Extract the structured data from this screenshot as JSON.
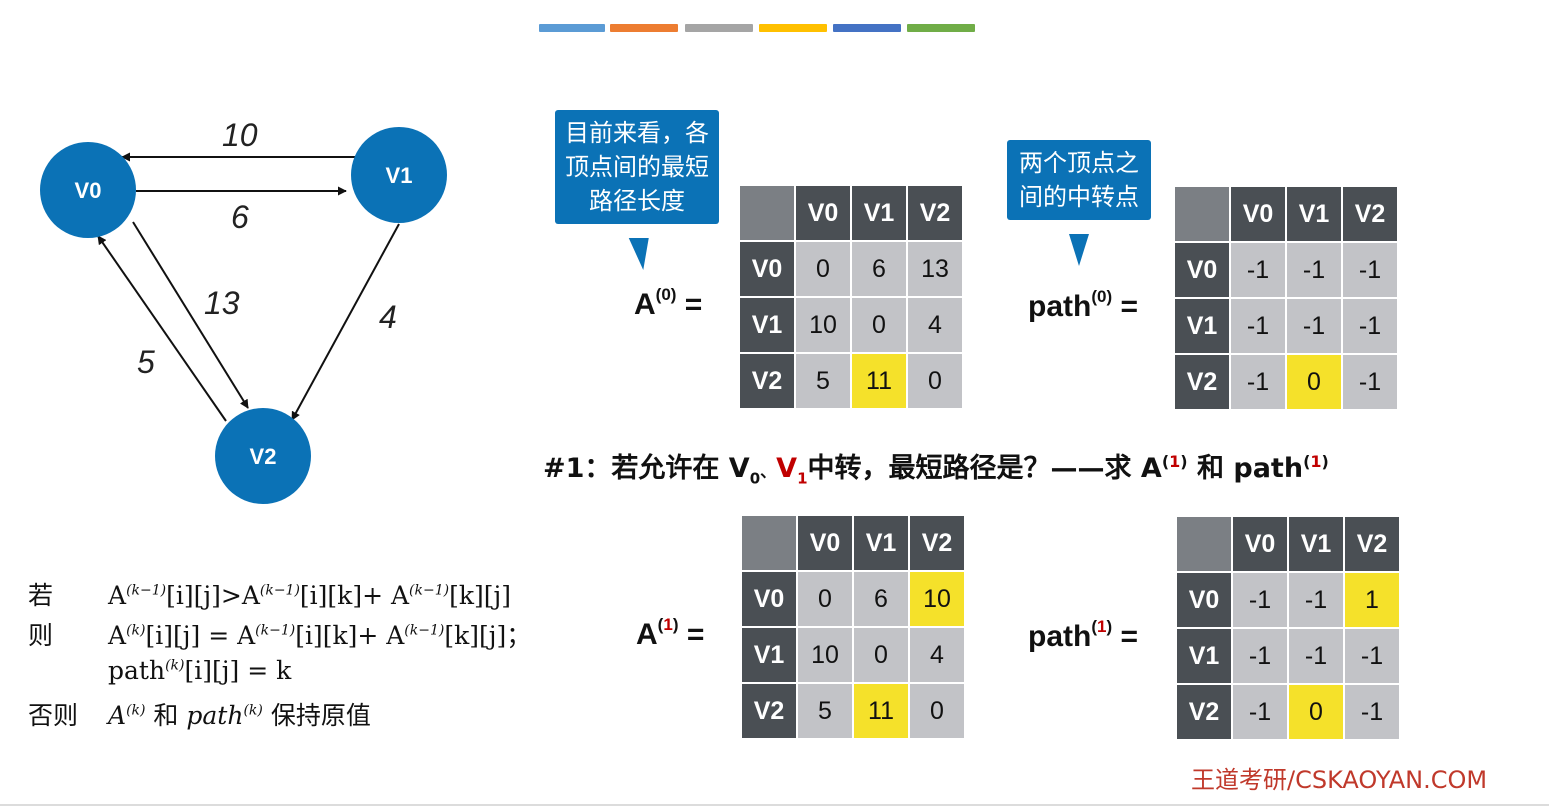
{
  "top_bar_colors": [
    "#5b9bd5",
    "#ed7d31",
    "#a5a5a5",
    "#ffc000",
    "#4472c4",
    "#70ad47"
  ],
  "graph": {
    "node_color": "#0b72b6",
    "nodes": [
      {
        "id": "V0",
        "label": "V0"
      },
      {
        "id": "V1",
        "label": "V1"
      },
      {
        "id": "V2",
        "label": "V2"
      }
    ],
    "edges": [
      {
        "from": "V1",
        "to": "V0",
        "weight": "10"
      },
      {
        "from": "V0",
        "to": "V1",
        "weight": "6"
      },
      {
        "from": "V0",
        "to": "V2",
        "weight": "13"
      },
      {
        "from": "V1",
        "to": "V2",
        "weight": "4"
      },
      {
        "from": "V2",
        "to": "V0",
        "weight": "5"
      }
    ]
  },
  "callouts": {
    "a_lines": [
      "目前来看，各",
      "顶点间的最短",
      "路径长度"
    ],
    "path_lines": [
      "两个顶点之",
      "间的中转点"
    ]
  },
  "labels": {
    "a_name": "A",
    "path_name": "path",
    "sup0": "(0)",
    "sup1_open": "(",
    "sup1_k": "1",
    "sup1_close": ")",
    "eq": " ="
  },
  "headers": [
    "V0",
    "V1",
    "V2"
  ],
  "matrices": {
    "A0": {
      "rows": [
        [
          "0",
          "6",
          "13"
        ],
        [
          "10",
          "0",
          "4"
        ],
        [
          "5",
          "11",
          "0"
        ]
      ],
      "highlight": [
        [
          2,
          1
        ]
      ]
    },
    "path0": {
      "rows": [
        [
          "-1",
          "-1",
          "-1"
        ],
        [
          "-1",
          "-1",
          "-1"
        ],
        [
          "-1",
          "0",
          "-1"
        ]
      ],
      "highlight": [
        [
          2,
          1
        ]
      ]
    },
    "A1": {
      "rows": [
        [
          "0",
          "6",
          "10"
        ],
        [
          "10",
          "0",
          "4"
        ],
        [
          "5",
          "11",
          "0"
        ]
      ],
      "highlight": [
        [
          0,
          2
        ],
        [
          2,
          1
        ]
      ]
    },
    "path1": {
      "rows": [
        [
          "-1",
          "-1",
          "1"
        ],
        [
          "-1",
          "-1",
          "-1"
        ],
        [
          "-1",
          "0",
          "-1"
        ]
      ],
      "highlight": [
        [
          0,
          2
        ],
        [
          2,
          1
        ]
      ]
    }
  },
  "step": {
    "prefix": "#1：若允许在 V",
    "v0_sub": "0",
    "sep": "、",
    "v1": "V",
    "v1_sub": "1",
    "mid": "中转，最短路径是？——求 A",
    "sup_open": "(",
    "sup_k": "1",
    "sup_close": ")",
    "and": " 和 path"
  },
  "formula": {
    "kw_if": "若",
    "kw_then": "则",
    "kw_else": "否则",
    "line1": [
      "A",
      "(k−1)",
      "[i][j]>A",
      "(k−1)",
      "[i][k]+ A",
      "(k−1)",
      "[k][j]"
    ],
    "line2": [
      "A",
      "(k)",
      "[i][j] = A",
      "(k−1)",
      "[i][k]+ A",
      "(k−1)",
      "[k][j]；"
    ],
    "line3": [
      "path",
      "(k)",
      "[i][j] = k"
    ],
    "line4": [
      "A",
      "(k)",
      " 和 ",
      "path",
      "(k)",
      " 保持原值"
    ]
  },
  "footer": "王道考研/CSKAOYAN.COM"
}
